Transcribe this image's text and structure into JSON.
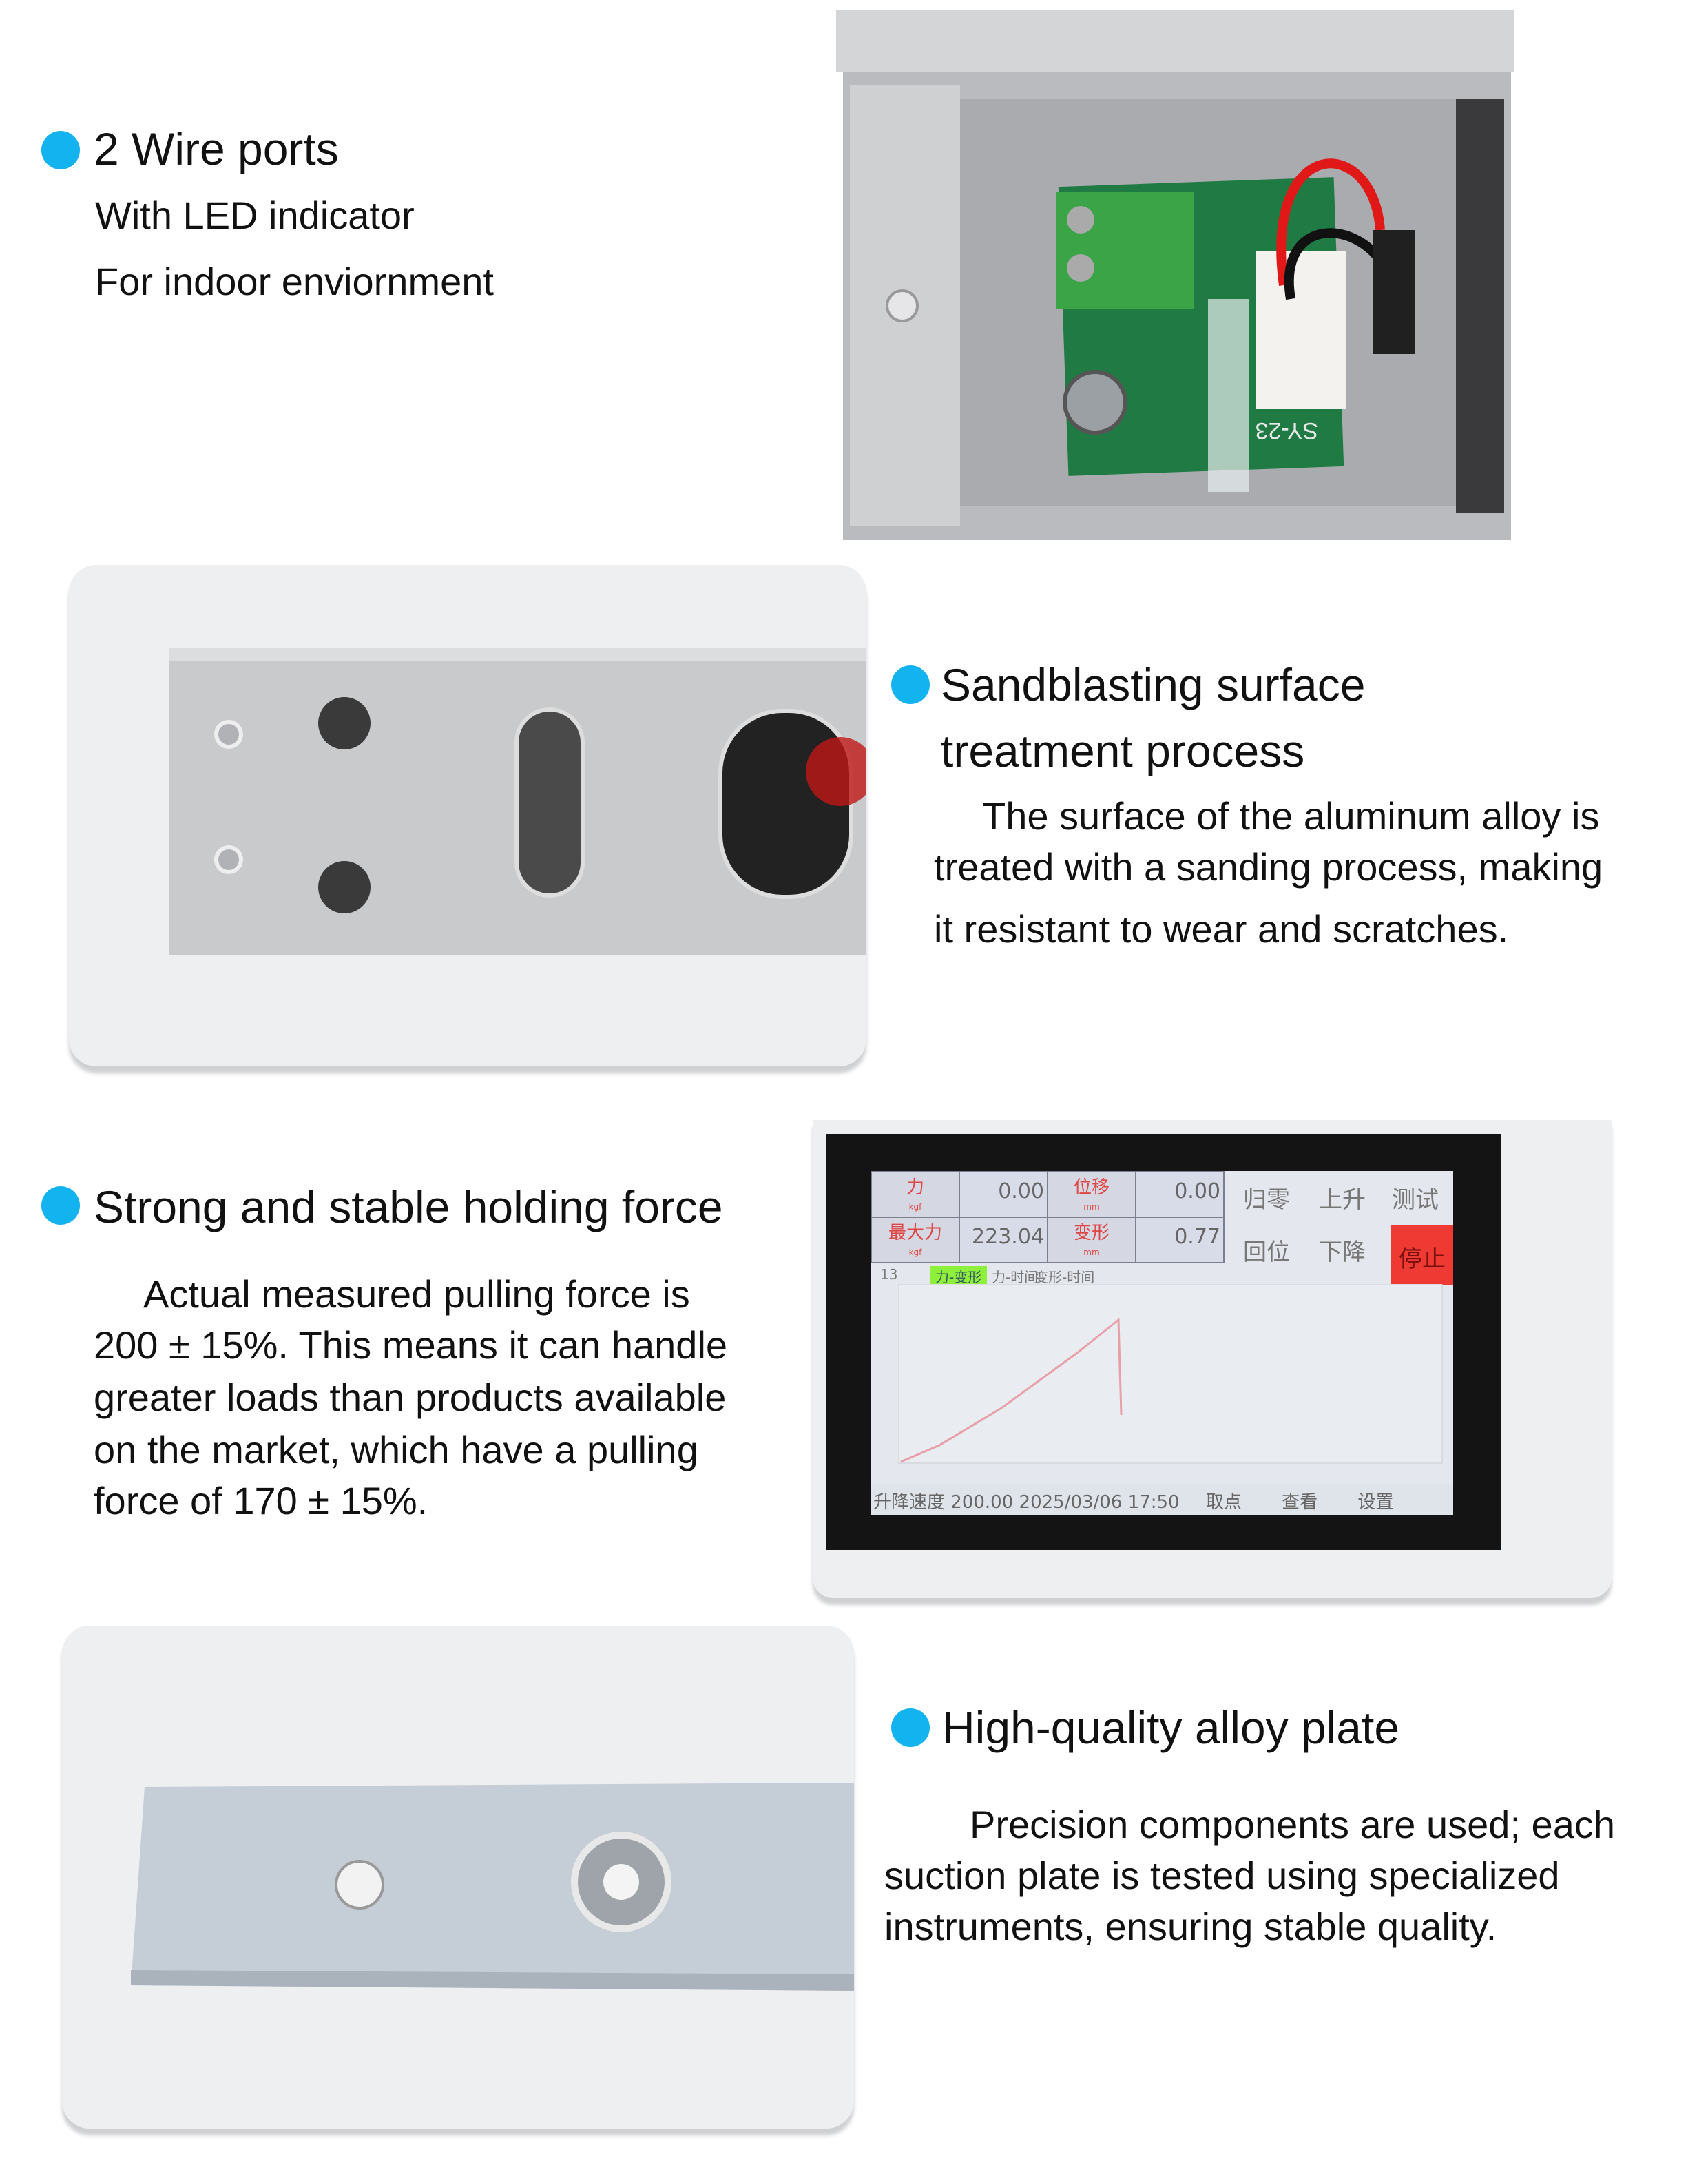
{
  "sections": [
    {
      "title": "2 Wire ports",
      "lines": [
        "With LED indicator",
        "For indoor enviornment"
      ]
    },
    {
      "title_lines": [
        "Sandblasting surface",
        "treatment process"
      ],
      "lines": [
        "The surface of the aluminum alloy is",
        "treated with a sanding process, making",
        "it resistant to wear and scratches."
      ]
    },
    {
      "title": "Strong and stable holding force",
      "lines": [
        "Actual measured pulling force is",
        "200 ± 15%. This means it can handle",
        "greater loads than products available",
        "on the market, which have a pulling",
        "force of 170 ± 15%."
      ]
    },
    {
      "title": "High-quality alloy plate",
      "lines": [
        "Precision components are used; each",
        "suction plate is tested using specialized",
        "instruments, ensuring stable quality."
      ]
    }
  ],
  "pcb_label": "SY-23",
  "tester": {
    "force_label": "力",
    "force_unit": "kgf",
    "force_value": "0.00",
    "disp_label": "位移",
    "disp_unit": "mm",
    "disp_value": "0.00",
    "max_label": "最大力",
    "max_unit": "kgf",
    "max_value": "223.04",
    "deform_label": "变形",
    "deform_unit": "mm",
    "deform_value": "0.77",
    "buttons": [
      "归零",
      "上升",
      "测试",
      "回位",
      "下降",
      "停止"
    ],
    "count": "13",
    "tabs": [
      "力-变形",
      "力-时间",
      "变形-时间"
    ],
    "footer": [
      "升降速度",
      "200.00",
      "2025/03/06",
      "17:50",
      "取点",
      "查看",
      "设置"
    ]
  },
  "colors": {
    "bullet": "#12b3ef",
    "stop": "#ee3a33",
    "active_tab": "#8ef03a"
  }
}
